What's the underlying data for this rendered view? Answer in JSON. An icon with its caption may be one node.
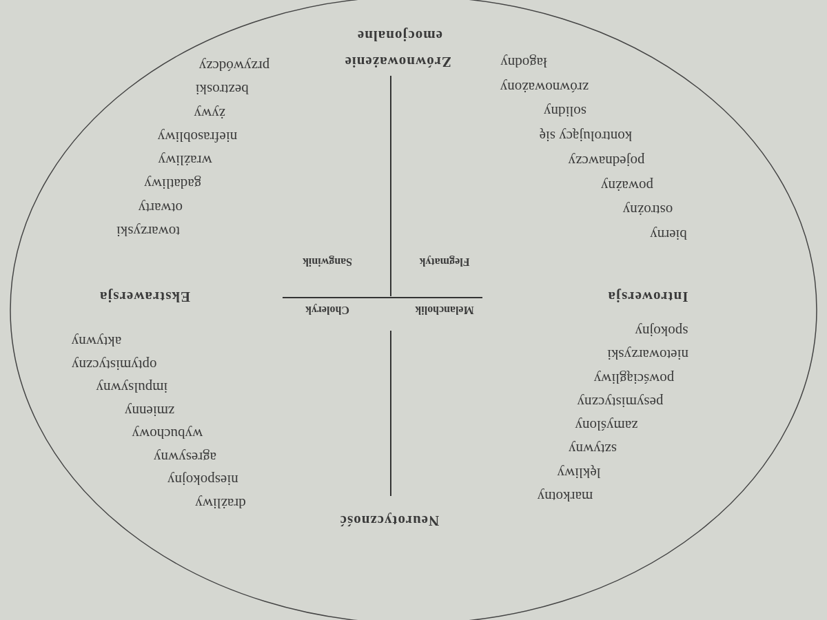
{
  "diagram": {
    "labels": [
      "Neurotyczność",
      "markotny",
      "lękliwy",
      "sztywny",
      "zamyślony",
      "pesymistyczny",
      "powściągliwy",
      "nietowarzyski",
      "spokojny",
      "drażliwy",
      "niespokojny",
      "agresywny",
      "wybuchowy",
      "zmienny",
      "impulsywny",
      "optymistyczny",
      "aktywny",
      "Introwersja",
      "Melancholik",
      "Choleryk",
      "Ekstrawersja",
      "Flegmatyk",
      "Sangwinik",
      "bierny",
      "ostrożny",
      "poważny",
      "pojednawczy",
      "kontrolujący się",
      "solidny",
      "zrównoważony",
      "łagodny",
      "towarzyski",
      "otwarty",
      "gadatliwy",
      "wrażliwy",
      "niefrasobliwy",
      "żywy",
      "beztroski",
      "przywódczy",
      "Zrównoważenie emocjonalne"
    ]
  }
}
